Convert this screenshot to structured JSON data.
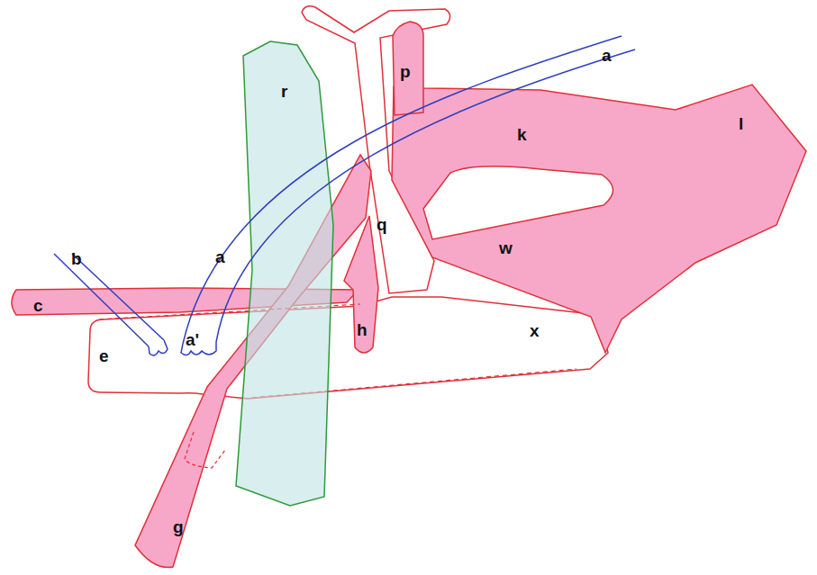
{
  "diagram": {
    "labels": [
      "a",
      "p",
      "r",
      "k",
      "l",
      "q",
      "w",
      "a",
      "b",
      "c",
      "a'",
      "h",
      "x",
      "e",
      "g"
    ]
  }
}
